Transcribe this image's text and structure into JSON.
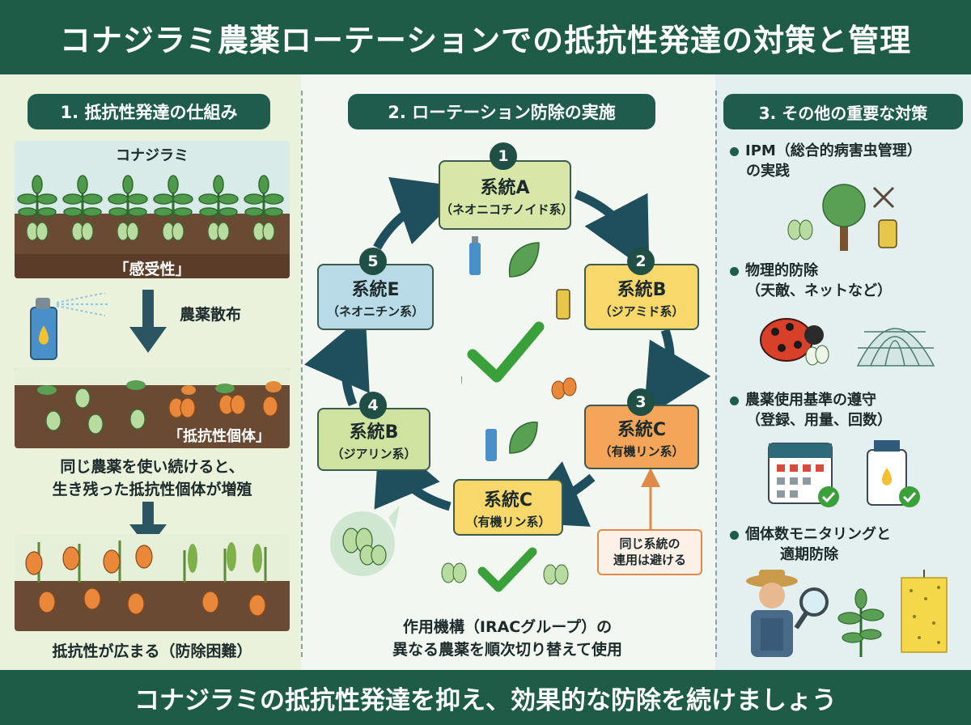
{
  "title": "コナジラミ農薬ローテーションでの抵抗性発達の対策と管理",
  "footer": "コナジラミの抵抗性発達を抑え、効果的な防除を続けましょう",
  "col1": {
    "heading": "1. 抵抗性発達の仕組み",
    "top_label": "コナジラミ",
    "susceptible": "「感受性」",
    "spray": "農薬散布",
    "resistant": "「抵抗性個体」",
    "explain1": "同じ農薬を使い続けると、",
    "explain2": "生き残った抵抗性個体が増殖",
    "result": "抵抗性が広まる（防除困難）"
  },
  "col2": {
    "heading": "2. ローテーション防除の実施",
    "nodes": [
      {
        "num": "1",
        "name": "系統A",
        "sub": "（ネオニコチノイド系）"
      },
      {
        "num": "2",
        "name": "系統B",
        "sub": "（ジアミド系）"
      },
      {
        "num": "3",
        "name": "系統C",
        "sub": "（有機リン系）"
      },
      {
        "num": "4",
        "name": "系統B",
        "sub": "（ジアリン系）"
      },
      {
        "num": "5",
        "name": "系統E",
        "sub": "（ネオニチン系）"
      }
    ],
    "bottom_node": {
      "name": "系統C",
      "sub": "（有機リン系）"
    },
    "warning_line1": "同じ系統の",
    "warning_line2": "連用は避ける",
    "caption1": "作用機構（IRACグループ）の",
    "caption2": "異なる農薬を順次切り替えて使用"
  },
  "col3": {
    "heading": "3. その他の重要な対策",
    "items": [
      {
        "line1": "IPM（総合的病害虫管理）",
        "line2": "の実践"
      },
      {
        "line1": "物理的防除",
        "line2": "（天敵、ネットなど）"
      },
      {
        "line1": "農薬使用基準の遵守",
        "line2": "（登録、用量、回数）"
      },
      {
        "line1": "個体数モニタリングと",
        "line2": "適期防除"
      }
    ]
  },
  "colors": {
    "primary": "#1f5c47",
    "node_green": "#d8e7a8",
    "node_yellow": "#f8d86a",
    "node_orange": "#f5a55a",
    "node_blue": "#b9dbe8",
    "arrow": "#1f4f5c"
  },
  "icons": [
    "plant-icon",
    "whitefly-icon",
    "spray-can-icon",
    "down-arrow-icon",
    "leaf-icon",
    "check-icon",
    "tree-icon",
    "ladybug-icon",
    "net-icon",
    "calendar-icon",
    "bottle-icon",
    "farmer-icon",
    "sticky-trap-icon",
    "magnifier-icon"
  ]
}
